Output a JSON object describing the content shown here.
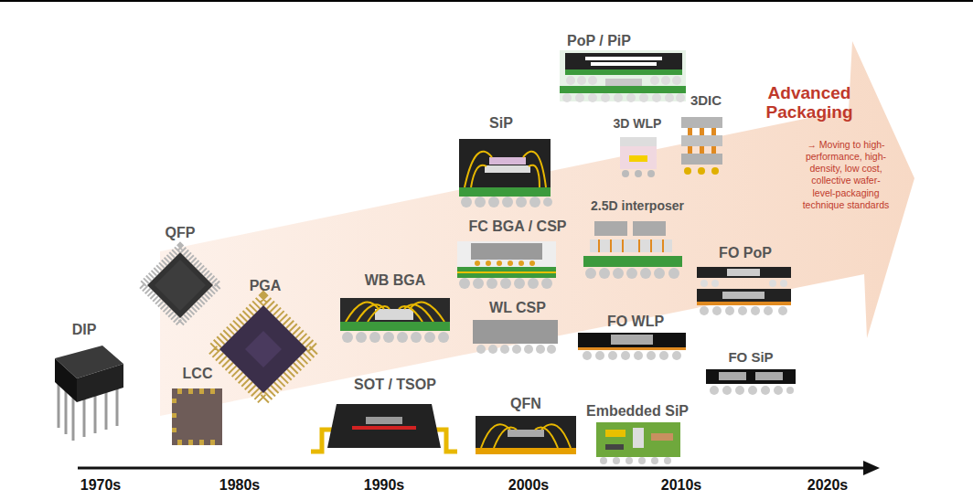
{
  "diagram": {
    "nodes": [
      {
        "text": [
          "Advanced Packaging",
          "→ Moving to high-performance, high-density, low cost, collective wafer-level-packaging technique standards"
        ]
      }
    ],
    "labels": [
      "PoP / PiP",
      "SiP",
      "3D WLP",
      "3DIC",
      "FC BGA / CSP",
      "2.5D interposer",
      "QFP",
      "PGA",
      "WB BGA",
      "FO PoP",
      "WL CSP",
      "FO WLP",
      "DIP",
      "LCC",
      "FO SiP",
      "SOT / TSOP",
      "QFN",
      "Embedded SiP",
      "1970s",
      "1980s",
      "1990s",
      "2000s",
      "2010s",
      "2020s"
    ]
  }
}
